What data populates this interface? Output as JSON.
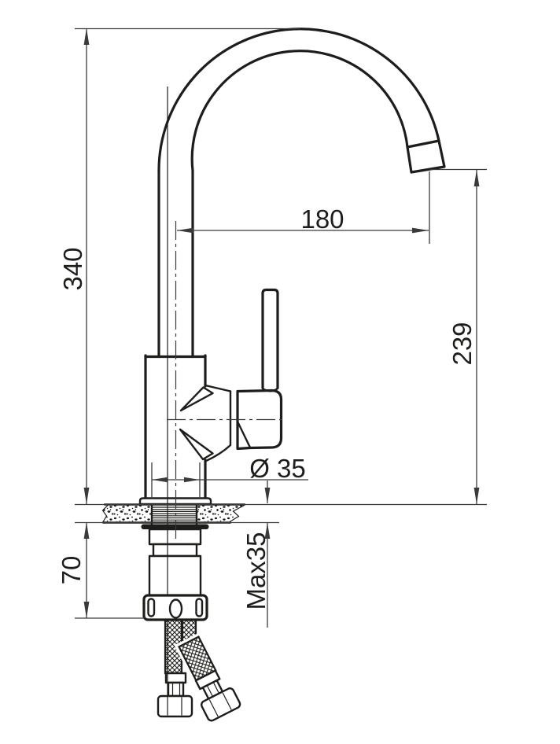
{
  "page": {
    "background": "#ffffff"
  },
  "drawing": {
    "subject": "kitchen mixer tap installation dimension drawing",
    "ink_color": "#1d1d1b",
    "dim_color": "#3a3a3a",
    "labels": {
      "overall_height": "340",
      "spout_reach": "180",
      "spout_outlet_height": "239",
      "body_diameter": "Ø 35",
      "under_counter_length": "70",
      "max_counter_thickness": "Max35"
    }
  }
}
